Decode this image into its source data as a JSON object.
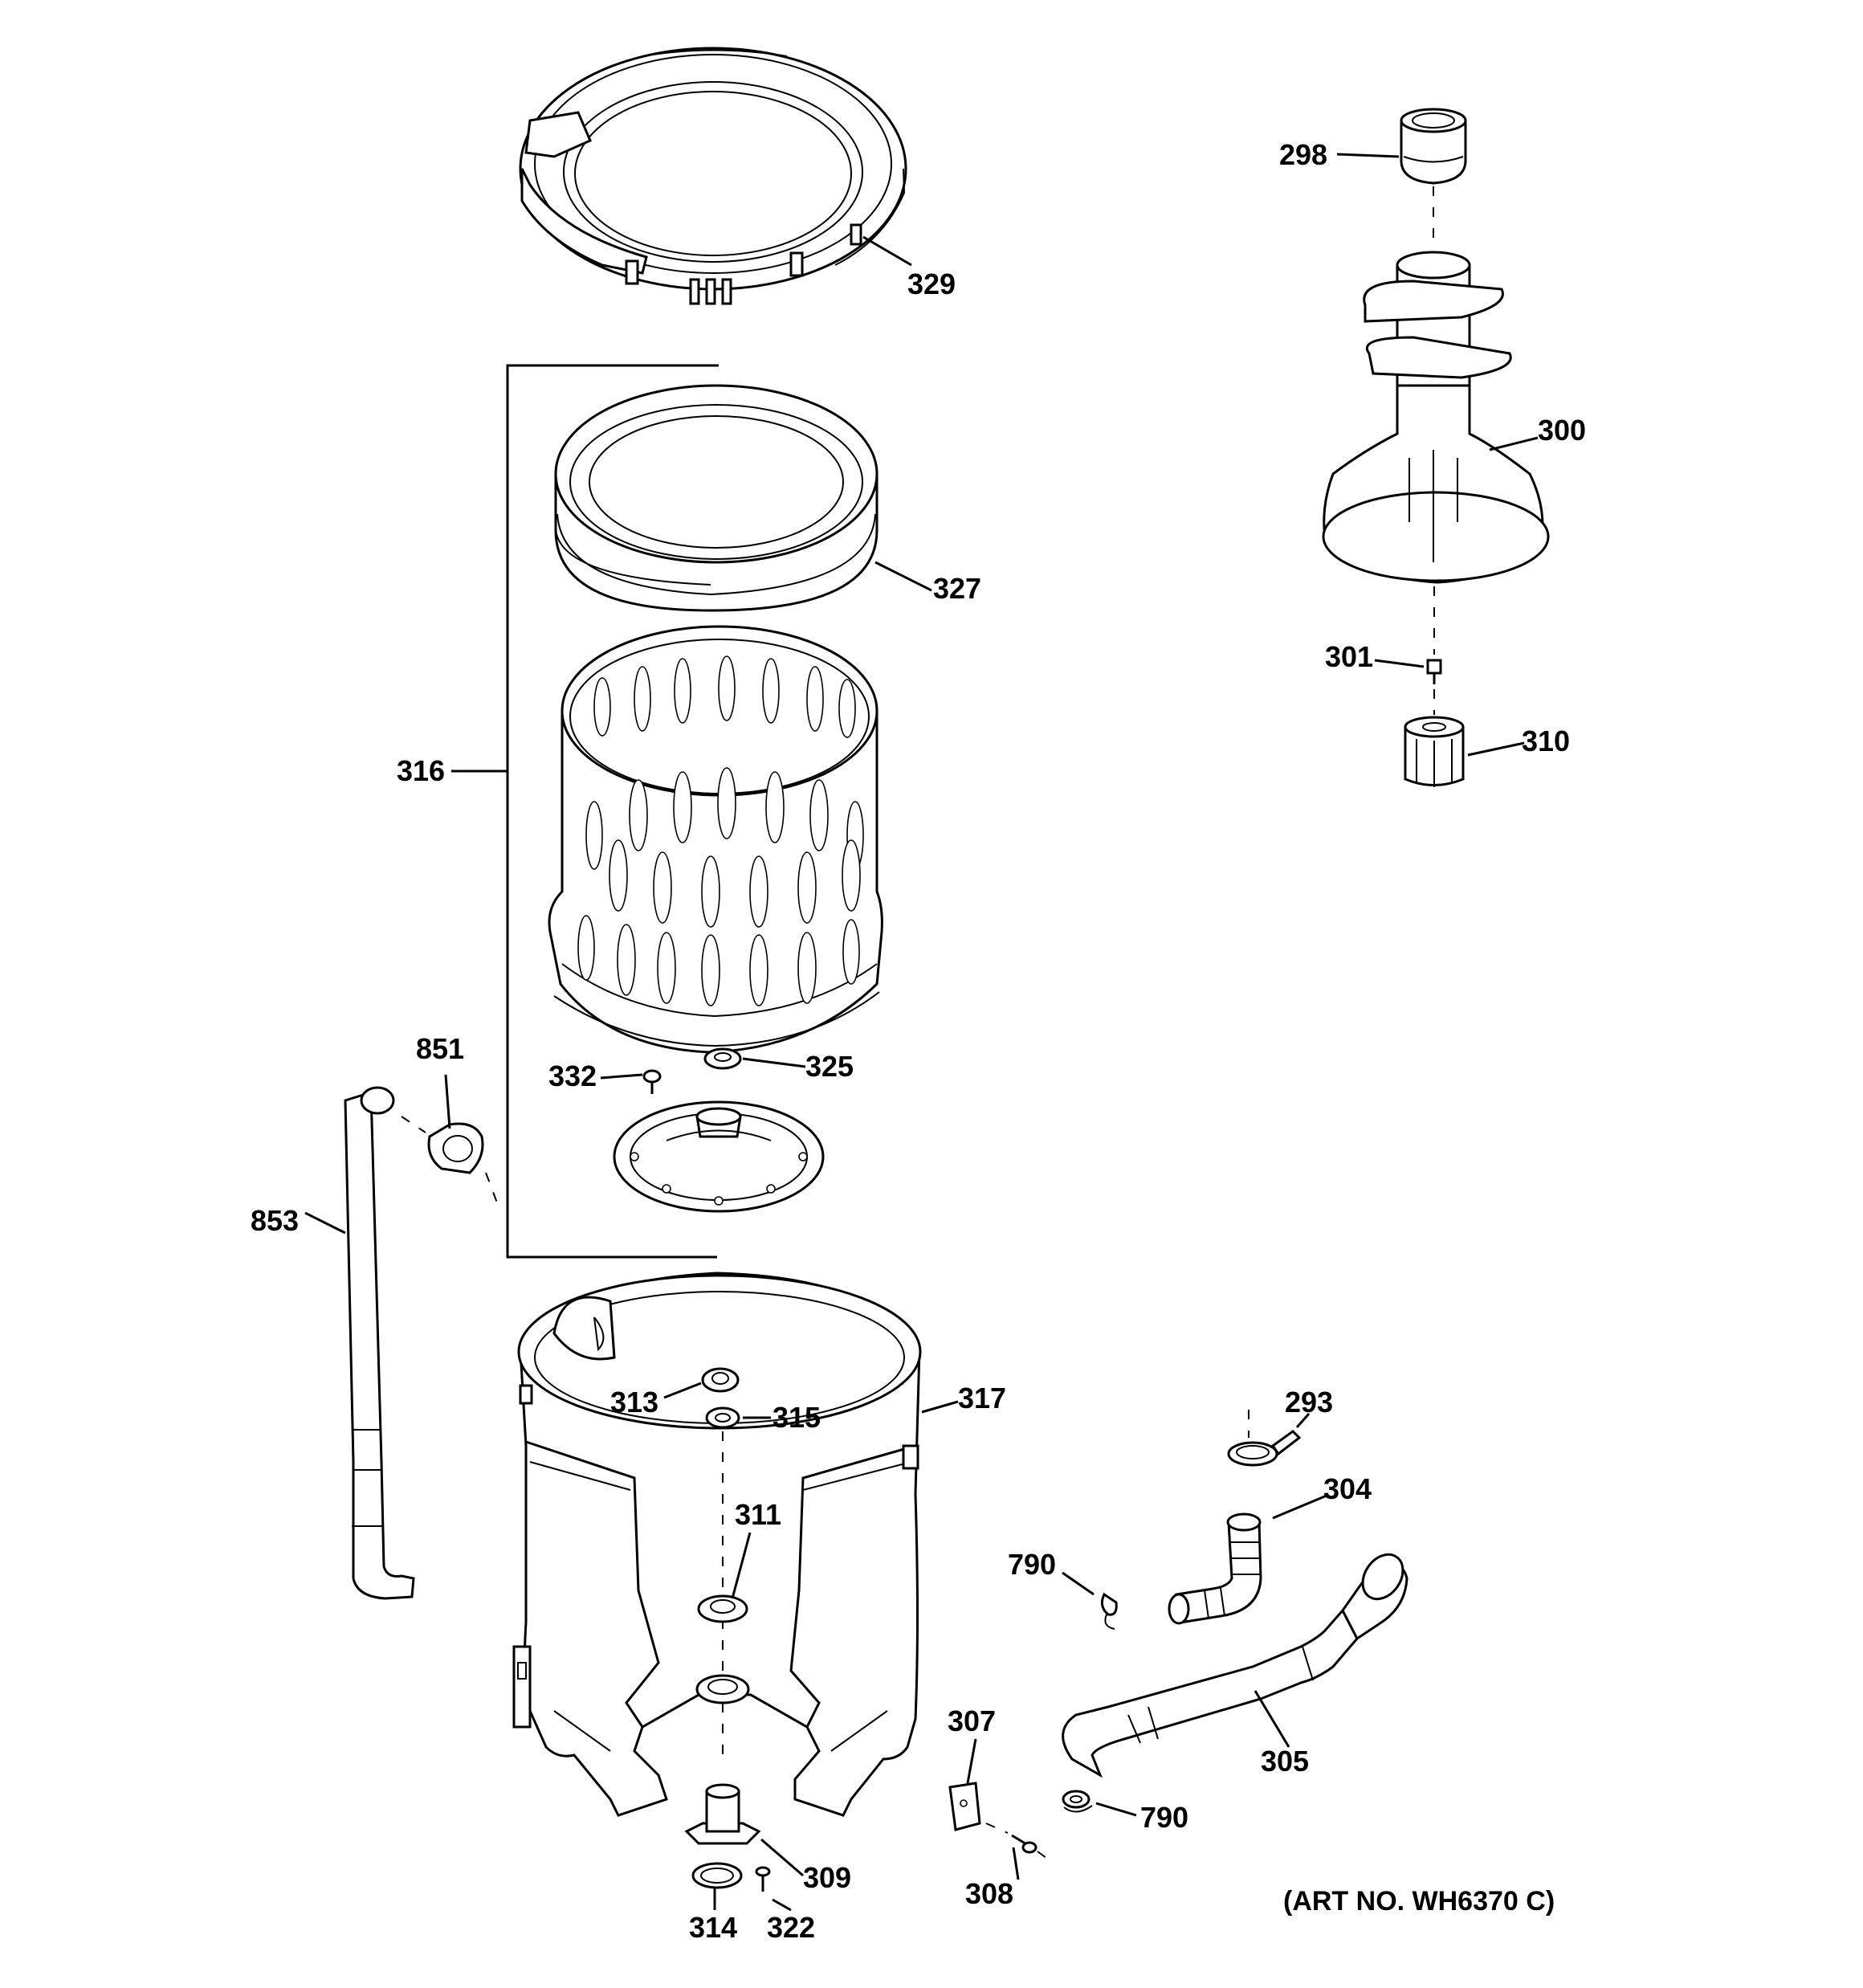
{
  "diagram": {
    "art_number": "(ART NO. WH6370 C)",
    "callouts": {
      "c329": "329",
      "c298": "298",
      "c300": "300",
      "c301": "301",
      "c310": "310",
      "c316": "316",
      "c327": "327",
      "c851": "851",
      "c853": "853",
      "c332": "332",
      "c325": "325",
      "c313": "313",
      "c315": "315",
      "c317": "317",
      "c311": "311",
      "c293": "293",
      "c304": "304",
      "c790a": "790",
      "c790b": "790",
      "c307": "307",
      "c305": "305",
      "c308": "308",
      "c309": "309",
      "c314": "314",
      "c322": "322"
    }
  }
}
